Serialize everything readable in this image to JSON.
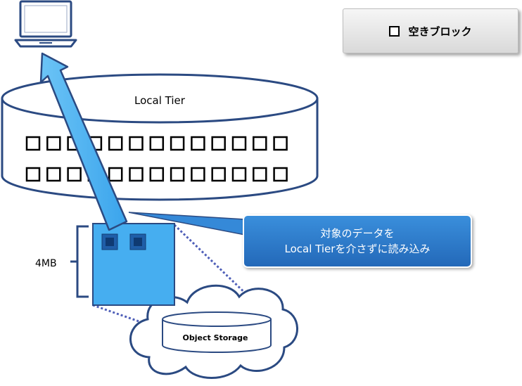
{
  "legend": {
    "label": "空きブロック"
  },
  "tier": {
    "label": "Local Tier",
    "rows": 2,
    "blocks_per_row": 13
  },
  "chunk": {
    "size_label": "4MB"
  },
  "storage": {
    "label": "Object Storage"
  },
  "callout": {
    "line1": "対象のデータを",
    "line2": "Local Tierを介さずに読み込み"
  },
  "colors": {
    "arrow": "#4db3f2",
    "chunk": "#46aef0",
    "callout": "#2f7fd0",
    "outline": "#2b4a82",
    "dotted": "#4f5fb8"
  }
}
